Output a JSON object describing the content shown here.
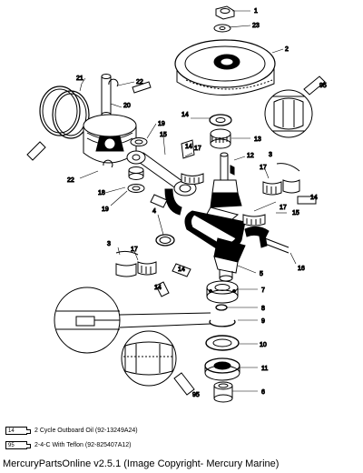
{
  "callouts": {
    "c1": "1",
    "c23": "23",
    "c2": "2",
    "c21": "21",
    "c22a": "22",
    "c20": "20",
    "c95a": "95",
    "c14a": "14",
    "c19a": "19",
    "c15a": "15",
    "c13": "13",
    "c14b": "14",
    "c12": "12",
    "c3a": "3",
    "c17a": "17",
    "c22b": "22",
    "c18": "18",
    "c19b": "19",
    "c14c": "14",
    "c4": "4",
    "c17b": "17",
    "c15b": "15",
    "c3b": "3",
    "c17c": "17",
    "c14d": "14",
    "c16": "16",
    "c5": "5",
    "c7": "7",
    "c14e": "14",
    "c8": "8",
    "c9": "9",
    "c10": "10",
    "c11": "11",
    "c6": "6",
    "c95b": "95"
  },
  "legend": [
    {
      "badge": "14",
      "text": "2 Cycle Outboard Oil (92-13249A24)"
    },
    {
      "badge": "95",
      "text": "2-4-C  With Teflon (92-825407A12)"
    }
  ],
  "footer": "MercuryPartsOnline v2.5.1 (Image Copyright- Mercury Marine)"
}
